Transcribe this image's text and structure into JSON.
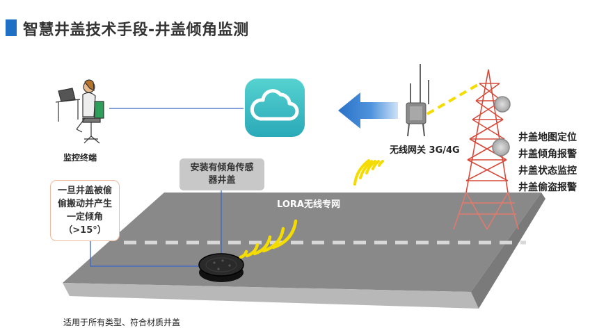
{
  "title": "智慧井盖技术手段-井盖倾角监测",
  "labels": {
    "monitor_terminal": "监控终端",
    "sensor_box": "安装有倾角传感器井盖",
    "note_lines": [
      "一旦井盖被偷",
      "偷搬动并产生",
      "一定倾角",
      "（>15°）"
    ],
    "lora_network": "LORA无线专网",
    "gateway": "无线网关 3G/4G",
    "footer": "适用于所有类型、符合材质井盖"
  },
  "features": [
    "井盖地图定位",
    "井盖倾角报警",
    "井盖状态监控",
    "井盖偷盗报警"
  ],
  "colors": {
    "title_accent": "#1f6fc4",
    "cloud_tile": "#3dbfc4",
    "arrow_blue": "#2f80d4",
    "signal_yellow": "#f5dc00",
    "tower_red": "#d64a3a",
    "road_gray": "#8c8c8c",
    "connector_blue": "#3b66c9"
  },
  "icons": [
    "cloud-icon",
    "operator-desk-icon",
    "gateway-antenna-icon",
    "cell-tower-icon",
    "manhole-cover-icon"
  ]
}
